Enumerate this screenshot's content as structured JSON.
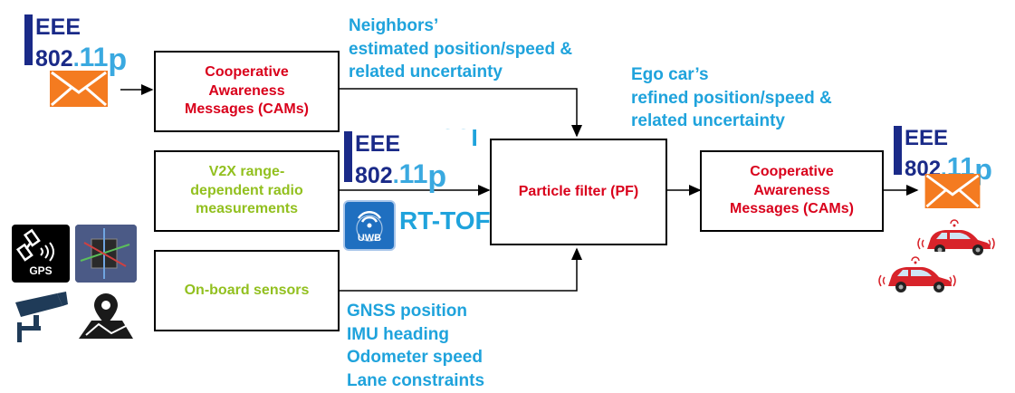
{
  "boxes": {
    "cam_in": "Cooperative\nAwareness\nMessages (CAMs)",
    "v2x": "V2X range-\ndependent radio\nmeasurements",
    "onboard": "On-board sensors",
    "pf": "Particle filter (PF)",
    "cam_out": "Cooperative\nAwareness\nMessages (CAMs)"
  },
  "labels": {
    "neighbors": "Neighbors’\nestimated position/speed &\nrelated uncertainty",
    "ego": "Ego car’s\nrefined position/speed &\nrelated uncertainty",
    "rssi": "RSSI",
    "rttof": "RT-TOF",
    "sensors": "GNSS position\nIMU heading\nOdometer speed\nLane constraints"
  },
  "logos": {
    "ieee_top": "EEE",
    "ieee_num": "802",
    "ieee_dot": ".",
    "ieee_11": "11",
    "ieee_p": "p",
    "uwb": "UWB",
    "gps": "GPS"
  },
  "colors": {
    "red": "#d9001b",
    "green": "#92c01f",
    "blue": "#1fa3dc",
    "ieee_navy": "#1a2a88",
    "envelope_orange": "#f47b20"
  },
  "icons": [
    "ieee-802-11p-logo",
    "envelope-icon",
    "uwb-icon",
    "gps-icon",
    "imu-icon",
    "camera-icon",
    "map-pin-icon",
    "car-icon"
  ]
}
